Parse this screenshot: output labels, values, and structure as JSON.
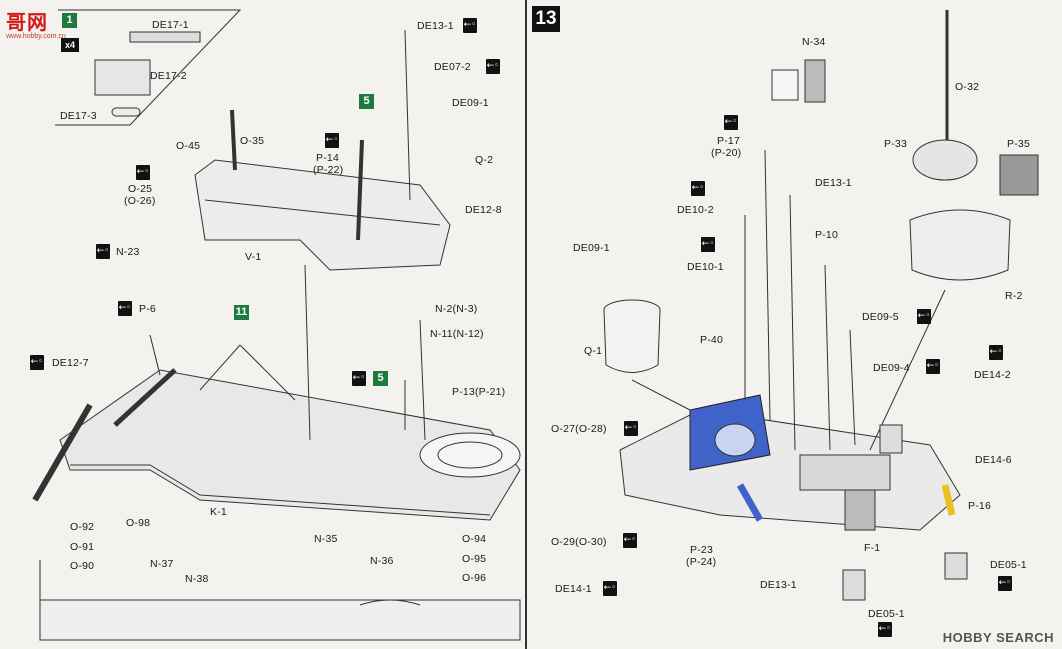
{
  "brand": {
    "chinese": "哥网",
    "url": "www.hobby.com.cn"
  },
  "watermark": "HOBBY SEARCH",
  "step": {
    "number": "13",
    "green_step_11": "11",
    "green_step_5a": "5",
    "green_step_5b": "5",
    "green_step_1": "1",
    "multiplier": "x4"
  },
  "arrow_glyph": "←◦",
  "left": {
    "inset_labels": [
      "DE17-1",
      "DE17-2",
      "DE17-3"
    ],
    "labels": {
      "de13_1": "DE13-1",
      "de07_2": "DE07-2",
      "de09_1": "DE09-1",
      "q2": "Q-2",
      "de12_8": "DE12-8",
      "o45": "O-45",
      "o35": "O-35",
      "p14": "P-14",
      "p22": "(P-22)",
      "o25": "O-25",
      "o26": "(O-26)",
      "n23": "N-23",
      "v1": "V-1",
      "p6": "P-6",
      "n2": "N-2(N-3)",
      "n11": "N-11(N-12)",
      "de12_7": "DE12-7",
      "p13": "P-13(P-21)",
      "o98": "O-98",
      "k1": "K-1",
      "n35": "N-35",
      "n36": "N-36",
      "o94": "O-94",
      "o95": "O-95",
      "o96": "O-96",
      "o92": "O-92",
      "o91": "O-91",
      "o90": "O-90",
      "n37": "N-37",
      "n38": "N-38"
    }
  },
  "right": {
    "labels": {
      "n34": "N-34",
      "o32": "O-32",
      "p17": "P-17",
      "p20": "(P-20)",
      "p33": "P-33",
      "p35": "P-35",
      "de13_1": "DE13-1",
      "de10_2": "DE10-2",
      "p10": "P-10",
      "de09_1": "DE09-1",
      "de10_1": "DE10-1",
      "r2": "R-2",
      "de09_5": "DE09-5",
      "q1": "Q-1",
      "p40": "P-40",
      "de09_4": "DE09-4",
      "de14_2": "DE14-2",
      "o27": "O-27(O-28)",
      "de14_6": "DE14-6",
      "p16": "P-16",
      "o29": "O-29(O-30)",
      "f1": "F-1",
      "p23": "P-23",
      "p24": "(P-24)",
      "de05_1a": "DE05-1",
      "de14_1": "DE14-1",
      "de13_1b": "DE13-1",
      "de05_1b": "DE05-1"
    }
  },
  "colors": {
    "accent_blue": "#3f63c9",
    "accent_yellow": "#e8c222",
    "green_step": "#1e7a3c",
    "brand_red": "#d21a1a"
  }
}
